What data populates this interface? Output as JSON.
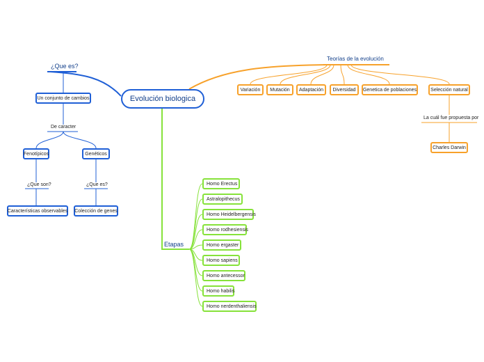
{
  "root": {
    "title": "Evolución biologica"
  },
  "left": {
    "question": "¿Que es?",
    "definition": "Un conjunto de cambios",
    "of_type": "De caracter",
    "phenotypic": "Fenotípicos",
    "genetic": "Genéticos",
    "q_phenotypic": "¿Que son?",
    "q_genetic": "¿Que es?",
    "observable": "Características observables",
    "genes": "Colección de genes"
  },
  "theories": {
    "title": "Teorías de la evolución",
    "items": [
      "Variación",
      "Mutación",
      "Adaptación",
      "Diversidad",
      "Genetica de poblaciones",
      "Selección natural"
    ],
    "proposed_by": "La cuál fue propuesta por",
    "author": "Charles Darwin"
  },
  "stages": {
    "title": "Etapas",
    "items": [
      "Homo Erectus",
      "Astralopithecus",
      "Homo Heidelbergensis",
      "Homo rodhesiensis",
      "Homo ergaster",
      "Homo sapiens",
      "Homo antecessor",
      "Homo habilis",
      "Homo nerdenthaliensis"
    ]
  },
  "colors": {
    "blue": "#1f5fd6",
    "orange": "#f7a12a",
    "green": "#86e23a",
    "text_dark_blue": "#123f8a"
  }
}
